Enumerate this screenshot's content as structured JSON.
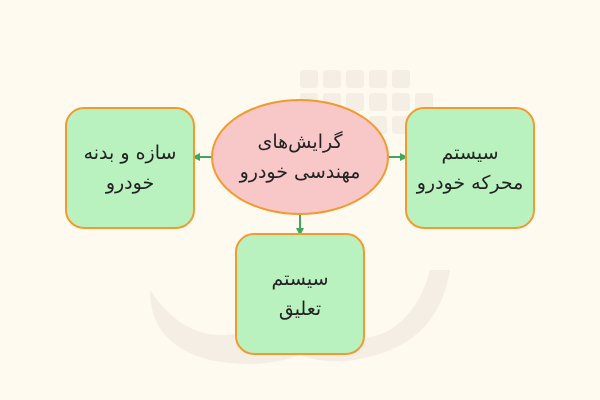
{
  "diagram": {
    "background_color": "#FFFAEF",
    "watermark_color": "#F4EEE4",
    "center": {
      "label": "گرایش‌های\nمهندسی خودرو",
      "fill": "#F8C8C8",
      "stroke": "#F29A2E"
    },
    "nodes": [
      {
        "id": "body",
        "label": "سازه و بدنه\nخودرو"
      },
      {
        "id": "engine",
        "label": "سیستم\nمحرکه خودرو"
      },
      {
        "id": "suspension",
        "label": "سیستم\nتعلیق"
      }
    ],
    "node_style": {
      "fill": "#B9F2BF",
      "stroke": "#F29A2E"
    },
    "arrow_color": "#3FA85A"
  }
}
